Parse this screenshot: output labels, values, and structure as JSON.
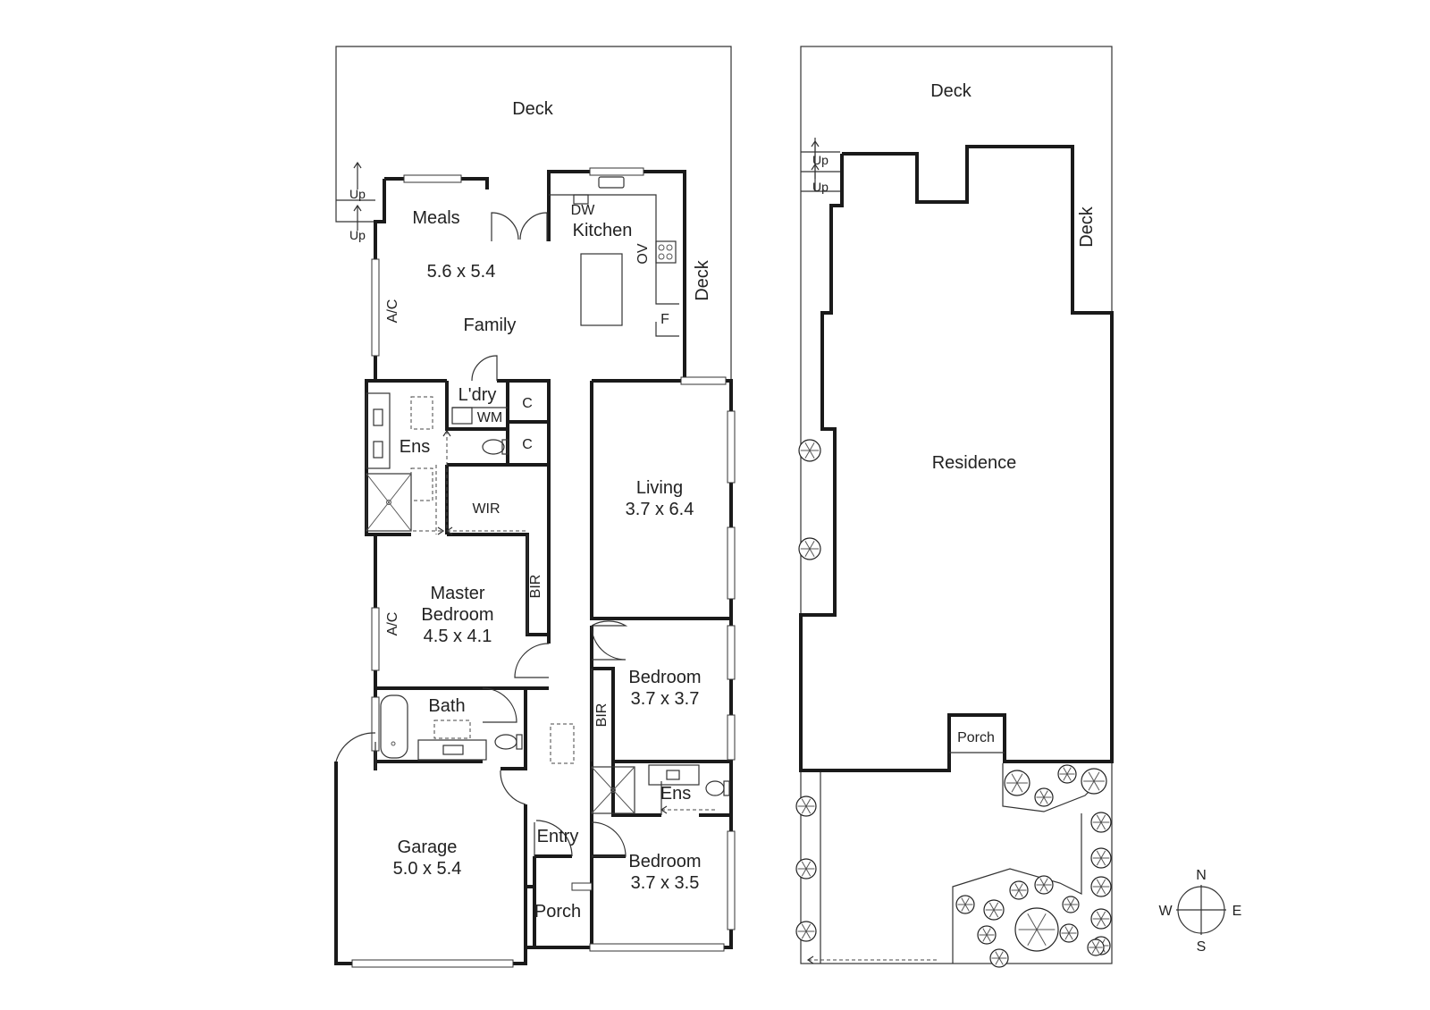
{
  "floorplan": {
    "rooms": {
      "deck_top": "Deck",
      "up_1": "Up",
      "up_2": "Up",
      "meals": "Meals",
      "kitchen": "Kitchen",
      "dw": "DW",
      "ov": "OV",
      "fridge": "F",
      "deck_side": "Deck",
      "meals_family_dims": "5.6 x 5.4",
      "family": "Family",
      "ac_1": "A/C",
      "laundry": "L'dry",
      "wm": "WM",
      "cupboard_1": "C",
      "cupboard_2": "C",
      "ensuite_master": "Ens",
      "wir": "WIR",
      "living": "Living",
      "living_dims": "3.7 x 6.4",
      "master_bedroom_line1": "Master",
      "master_bedroom_line2": "Bedroom",
      "master_bedroom_dims": "4.5 x 4.1",
      "bir_1": "BIR",
      "ac_2": "A/C",
      "bedroom_2": "Bedroom",
      "bedroom_2_dims": "3.7 x 3.7",
      "bir_2": "BIR",
      "bath": "Bath",
      "ensuite_bed3": "Ens",
      "garage": "Garage",
      "garage_dims": "5.0 x 5.4",
      "entry": "Entry",
      "bedroom_3": "Bedroom",
      "bedroom_3_dims": "3.7 x 3.5",
      "porch": "Porch"
    }
  },
  "siteplan": {
    "deck_top": "Deck",
    "deck_side": "Deck",
    "up_1": "Up",
    "up_2": "Up",
    "residence": "Residence",
    "porch": "Porch"
  },
  "compass": {
    "north": "N",
    "south": "S",
    "east": "E",
    "west": "W"
  }
}
